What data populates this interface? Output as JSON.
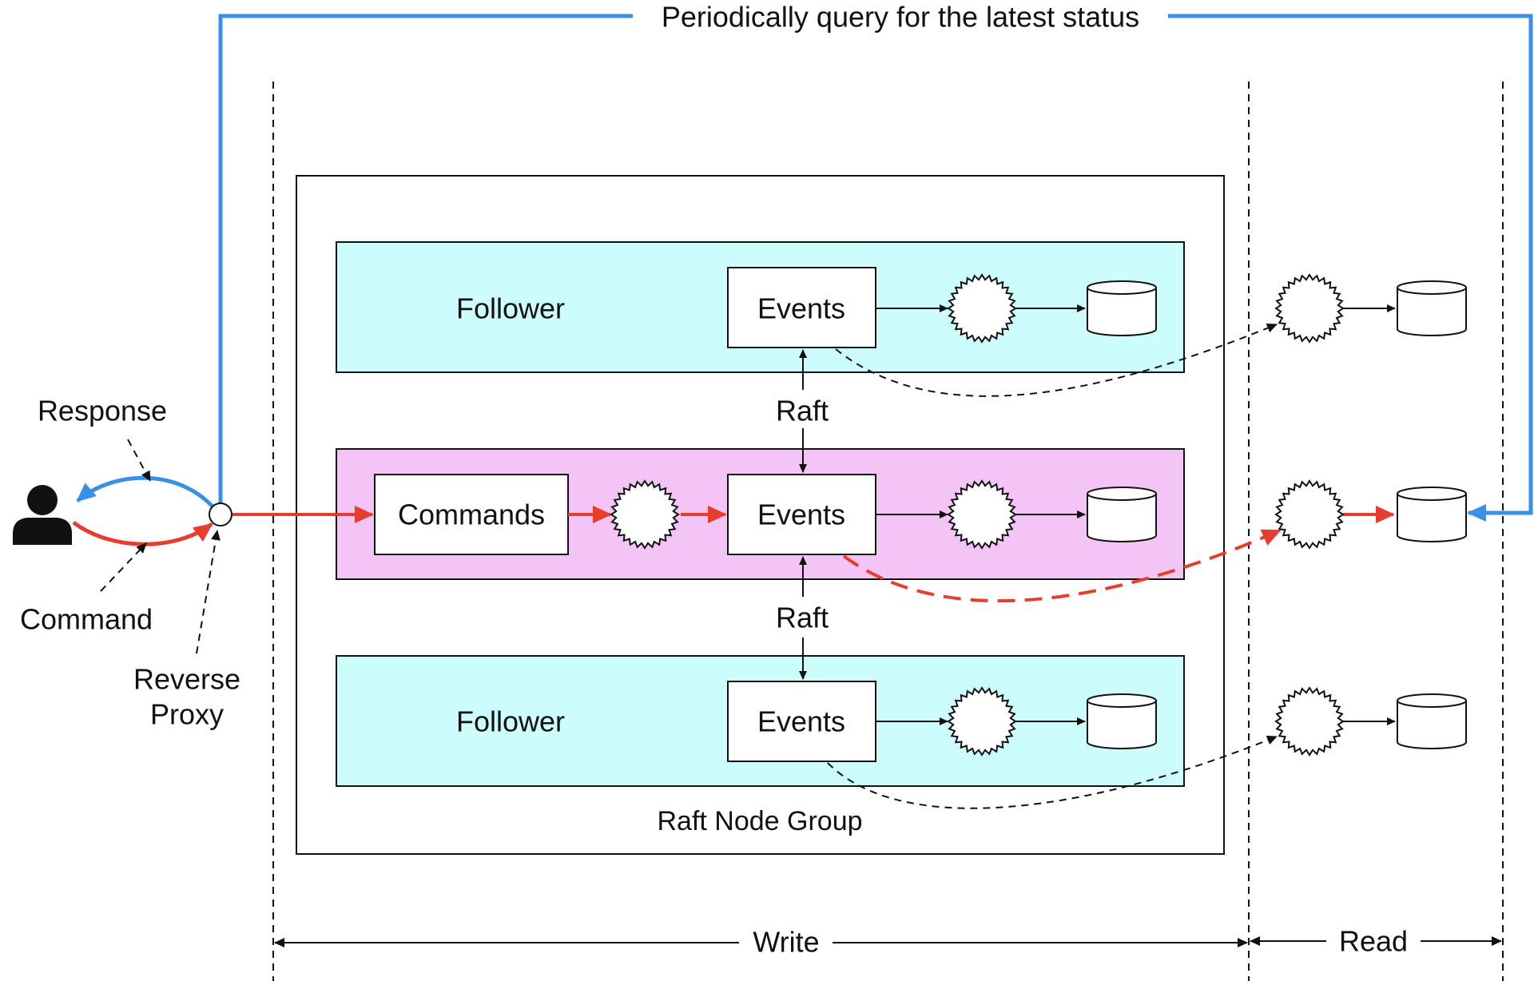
{
  "title": "Periodically query for the latest status",
  "labels": {
    "response": "Response",
    "command": "Command",
    "reverse_proxy_line1": "Reverse",
    "reverse_proxy_line2": "Proxy",
    "raft_top": "Raft",
    "raft_bottom": "Raft",
    "group": "Raft Node Group",
    "write": "Write",
    "read": "Read"
  },
  "nodes": [
    {
      "role": "Follower",
      "events": "Events"
    },
    {
      "role": "",
      "commands": "Commands",
      "events": "Events"
    },
    {
      "role": "Follower",
      "events": "Events"
    }
  ],
  "colors": {
    "follower_fill": "#ccfcfc",
    "leader_fill": "#f4c4f6",
    "blue": "#3a8fe6",
    "red": "#e53d2e",
    "black": "#111111"
  },
  "icons": {
    "user": "person-icon",
    "processor": "starburst-icon",
    "store": "database-cylinder-icon",
    "proxy": "circle-node-icon"
  }
}
